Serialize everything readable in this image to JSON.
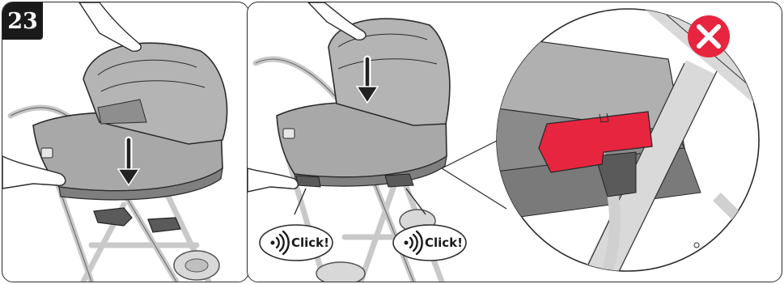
{
  "step_number": "23",
  "click_callouts": [
    {
      "text": "Click!",
      "icon": "sound-waves-icon"
    },
    {
      "text": "Click!",
      "icon": "sound-waves-icon"
    }
  ],
  "status_icon": "red-cross-icon",
  "colors": {
    "badge": "#1a1a1a",
    "fabric": "#a8a8a8",
    "fabric_dark": "#7f7f7f",
    "frame": "#d4d4d4",
    "latch_red": "#e8253f",
    "cross_red": "#e8253f",
    "outline": "#2b2b2b"
  }
}
